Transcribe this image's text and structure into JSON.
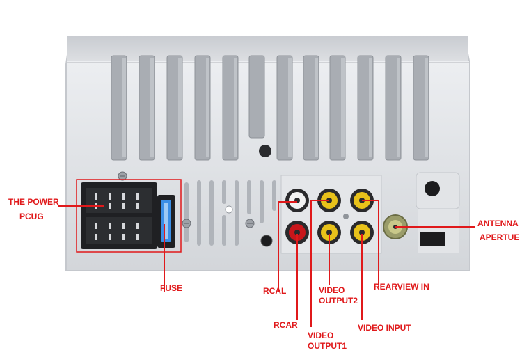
{
  "labels": {
    "power_1": "THE POWER",
    "power_2": "PCUG",
    "fuse": "FUSE",
    "rcal": "RCAL",
    "rcar": "RCAR",
    "video_output2_1": "VIDEO",
    "video_output2_2": "OUTPUT2",
    "video_output1_1": "VIDEO",
    "video_output1_2": "OUTPUT1",
    "video_input": "VIDEO INPUT",
    "rearview_in": "REARVIEW IN",
    "antenna_1": "ANTENNA",
    "antenna_2": "APERTUE"
  },
  "colors": {
    "label_red": "#e0191b",
    "panel": "#d9dbdf",
    "rca_yellow": "#e8c21a",
    "rca_red": "#c8161b",
    "rca_white": "#f2f2f2"
  }
}
